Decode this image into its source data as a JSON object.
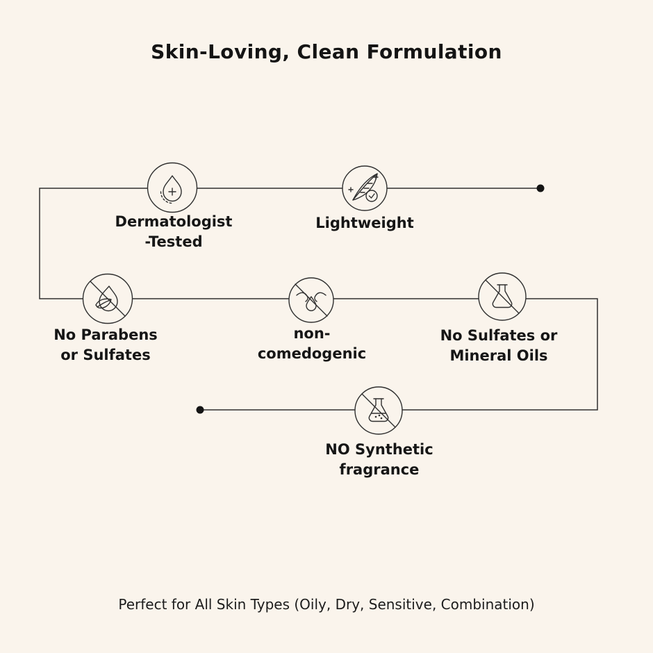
{
  "page": {
    "title": "Skin-Loving, Clean Formulation",
    "footer": "Perfect for All Skin Types (Oily, Dry, Sensitive, Combination)",
    "background_color": "#faf4ec",
    "line_color": "#2f2f2f",
    "text_color": "#161616"
  },
  "features": [
    {
      "id": "dermatologist-tested",
      "icon": "droplet-plus-icon",
      "lines": [
        "Dermatologist",
        "-Tested"
      ]
    },
    {
      "id": "lightweight",
      "icon": "feather-check-icon",
      "lines": [
        "Lightweight"
      ]
    },
    {
      "id": "no-parabens",
      "icon": "leaf-droplet-crossed-icon",
      "lines": [
        "No Parabens",
        "or Sulfates"
      ]
    },
    {
      "id": "non-comedogenic",
      "icon": "pore-crossed-icon",
      "lines": [
        "non-",
        "comedogenic"
      ]
    },
    {
      "id": "no-sulfates",
      "icon": "flask-crossed-icon",
      "lines": [
        "No Sulfates or",
        "Mineral Oils"
      ]
    },
    {
      "id": "no-synthetic-fragrance",
      "icon": "flask-bubbles-crossed-icon",
      "lines": [
        "NO Synthetic",
        "fragrance"
      ]
    }
  ]
}
